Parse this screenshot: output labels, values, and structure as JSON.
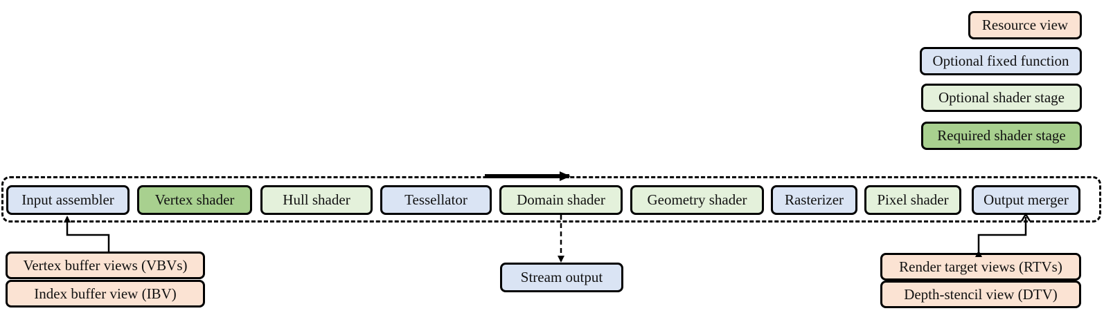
{
  "legend": {
    "resource_view": "Resource view",
    "optional_fixed_function": "Optional fixed function",
    "optional_shader_stage": "Optional shader stage",
    "required_shader_stage": "Required shader stage"
  },
  "pipeline": {
    "stages": [
      {
        "label": "Input assembler",
        "kind": "fixed"
      },
      {
        "label": "Vertex shader",
        "kind": "required"
      },
      {
        "label": "Hull shader",
        "kind": "optional"
      },
      {
        "label": "Tessellator",
        "kind": "fixed"
      },
      {
        "label": "Domain shader",
        "kind": "optional"
      },
      {
        "label": "Geometry shader",
        "kind": "optional"
      },
      {
        "label": "Rasterizer",
        "kind": "fixed"
      },
      {
        "label": "Pixel shader",
        "kind": "optional"
      },
      {
        "label": "Output merger",
        "kind": "fixed"
      }
    ]
  },
  "inputs": {
    "vertex_buffer_views": "Vertex buffer views (VBVs)",
    "index_buffer_view": "Index buffer view (IBV)"
  },
  "stream_output": "Stream output",
  "outputs": {
    "render_target_views": "Render target views (RTVs)",
    "depth_stencil_view": "Depth-stencil view (DTV)"
  },
  "colors": {
    "resource": "#fbe3d3",
    "fixed": "#dae4f4",
    "optional": "#e4f1db",
    "required": "#a8d08f"
  }
}
